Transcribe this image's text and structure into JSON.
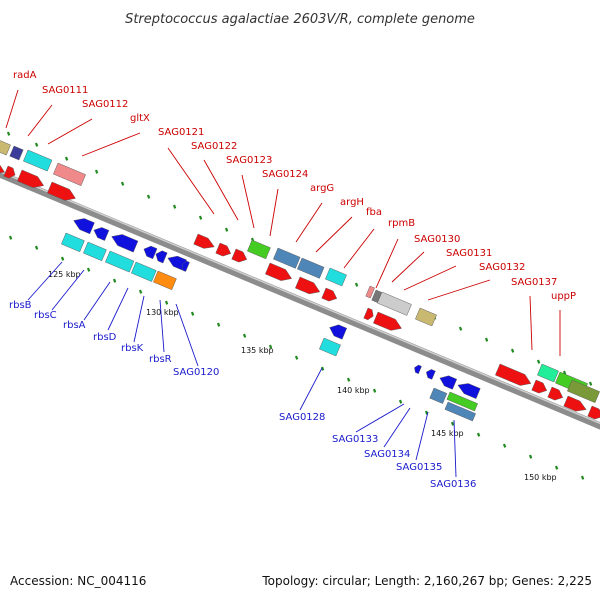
{
  "title": "Streptococcus agalactiae 2603V/R, complete genome",
  "accession": "Accession: NC_004116",
  "summary": "Topology: circular; Length: 2,160,267 bp; Genes: 2,225",
  "scale_labels": [
    "125 kbp",
    "130 kbp",
    "135 kbp",
    "140 kbp",
    "145 kbp",
    "150 kbp"
  ],
  "top_labels": [
    "radA",
    "SAG0111",
    "SAG0112",
    "gltX",
    "SAG0121",
    "SAG0122",
    "SAG0123",
    "SAG0124",
    "argG",
    "argH",
    "fba",
    "rpmB",
    "SAG0130",
    "SAG0131",
    "SAG0132",
    "SAG0137",
    "uppP"
  ],
  "bottom_labels": [
    "rbsB",
    "rbsC",
    "rbsA",
    "rbsD",
    "rbsK",
    "rbsR",
    "SAG0120",
    "SAG0128",
    "SAG0133",
    "SAG0134",
    "SAG0135",
    "SAG0136"
  ],
  "colors": {
    "label_forward": "#cc0000",
    "label_reverse": "#1a1acc",
    "backbone": "#8c8c8c",
    "tick": "#1f8a1f",
    "gene_red": "#ee1111",
    "gene_blue": "#1111dd",
    "gene_cyan": "#22dddd",
    "gene_steel": "#4f86b8",
    "gene_green": "#44cc22",
    "gene_orange": "#ff8c11",
    "gene_olive": "#c8b870",
    "gene_pink": "#f08a8a",
    "gene_grey": "#cccccc"
  }
}
